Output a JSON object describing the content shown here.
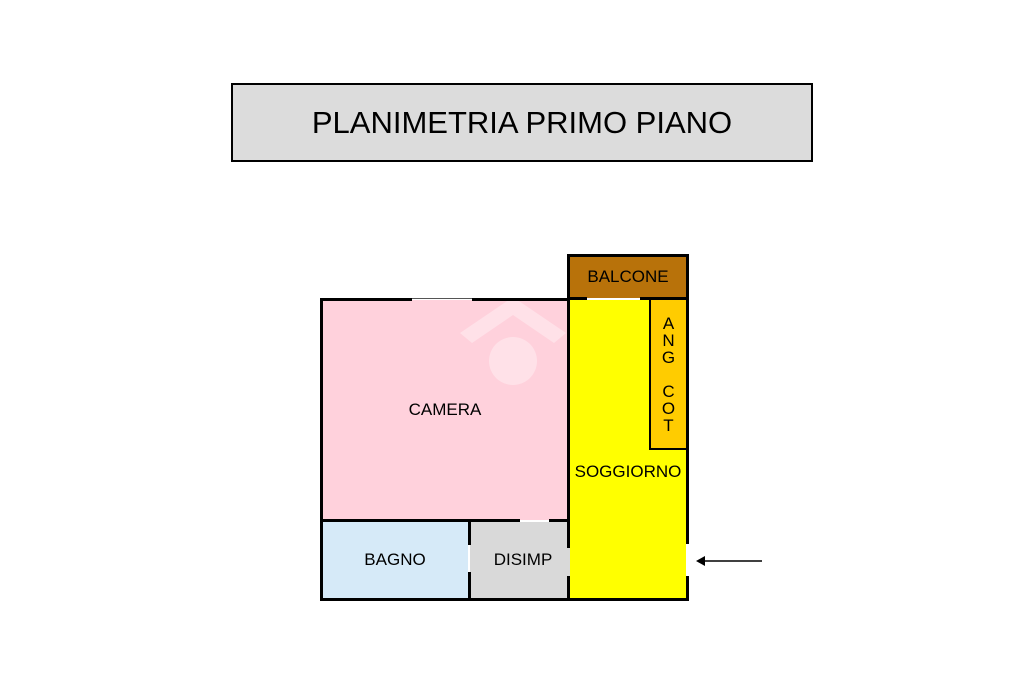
{
  "title": "PLANIMETRIA PRIMO PIANO",
  "rooms": {
    "camera": "CAMERA",
    "bagno": "BAGNO",
    "disimp": "DISIMP",
    "soggiorno": "SOGGIORNO",
    "balcone": "BALCONE",
    "ang_cot_line1": [
      "A",
      "N",
      "G"
    ],
    "ang_cot_line2": [
      "C",
      "O",
      "T"
    ]
  },
  "colors": {
    "camera": "#ffd1dc",
    "bagno": "#d6eaf8",
    "disimp": "#d9d9d9",
    "soggiorno": "#ffff00",
    "balcone": "#b8720a",
    "ang_cot": "#ffcc00",
    "title_bg": "#dcdcdc"
  },
  "icons": {
    "entrance": "arrow-left-icon",
    "watermark": "house-watermark-icon"
  }
}
